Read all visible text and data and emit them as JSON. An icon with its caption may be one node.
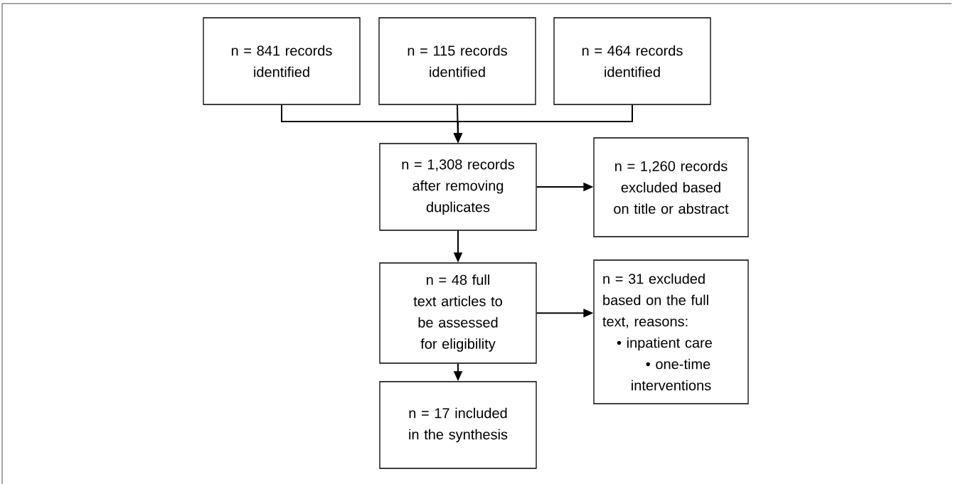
{
  "diagram": {
    "nodes": [
      {
        "text": [
          "n = 841 records identified"
        ]
      },
      {
        "text": [
          "n = 115 records identified"
        ]
      },
      {
        "text": [
          "n = 464 records identified"
        ]
      },
      {
        "text": [
          "n = 1,308 records after removing duplicates"
        ]
      },
      {
        "text": [
          "n = 1,260 records excluded based on title or abstract"
        ]
      },
      {
        "text": [
          "n = 48 full text articles to be assessed for eligibility"
        ]
      },
      {
        "text": [
          "n = 31 excluded based on the full text, reasons:",
          "• inpatient care",
          "• one-time interventions"
        ]
      },
      {
        "text": [
          "n = 17 included in the synthesis"
        ]
      }
    ],
    "edges": [
      {
        "from": 0,
        "to": 3,
        "arrow": "to"
      },
      {
        "from": 1,
        "to": 3,
        "arrow": "to"
      },
      {
        "from": 2,
        "to": 3,
        "arrow": "to"
      },
      {
        "from": 3,
        "to": 4,
        "arrow": "to"
      },
      {
        "from": 3,
        "to": 5,
        "arrow": "to"
      },
      {
        "from": 5,
        "to": 6,
        "arrow": "to"
      },
      {
        "from": 5,
        "to": 7,
        "arrow": "to"
      }
    ]
  }
}
